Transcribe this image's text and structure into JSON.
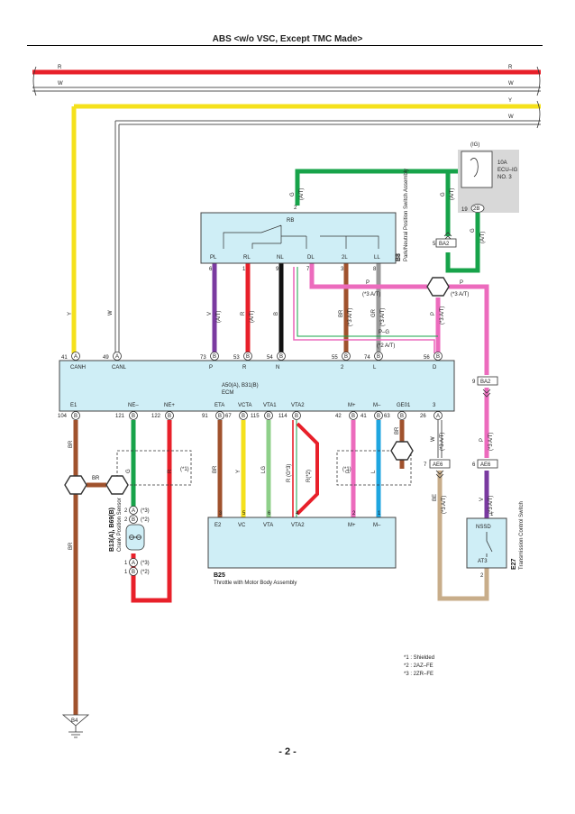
{
  "title": "ABS <w/o VSC, Except TMC Made>",
  "page_number": "- 2 -",
  "bus_wires": {
    "r1": "R",
    "w1": "W",
    "y": "Y",
    "w2": "W"
  },
  "wire_labels": {
    "y_down": "Y",
    "w_down": "W",
    "g_ig": "G",
    "g_ig_note": "(A/T)",
    "g_top": "G",
    "g_top_note": "(A/T)",
    "v": "V",
    "r": "R",
    "b": "B",
    "br_pnp": "BR",
    "gr": "GR",
    "p_right": "P",
    "p_right_note": "(*3 A/T)",
    "p_mid": "P",
    "p_mid_note": "(*3 A/T)",
    "pg": "P–G",
    "pg_note": "(*2 A/T)",
    "p_br": "P",
    "at_v": "(A/T)",
    "at_r": "(A/T)",
    "at_br": "(*3 A/T)",
    "at_gr": "(*3 A/T)",
    "at_p": "(*3 A/T)",
    "g_ba2": "G",
    "g_ba2_note": "(A/T)",
    "p_ba2": "P",
    "p_ba2_note": "(*3 A/T)",
    "br_e1": "BR",
    "br_mid": "BR",
    "br_low": "BR",
    "g_ne": "G",
    "r_ne": "R",
    "shield1": "(*1)",
    "br_e2": "BR",
    "y_vc": "Y",
    "lg_vta": "LG",
    "r_g3": "R (G*3)",
    "r_2": "R(*2)",
    "p_m": "P",
    "l_m": "L",
    "shield2": "(*1)",
    "br_ge": "BR",
    "w_ge": "W",
    "w_ge_note": "(*3 A/T)",
    "be": "BE",
    "be_note": "(*3 A/T)",
    "v_nssd": "V",
    "v_nssd_note": "(*3 A/T)"
  },
  "ig_fuse": {
    "header": "(IG)",
    "line1": "10A",
    "line2": "ECU–IG",
    "line3": "NO. 3",
    "pin": "19",
    "conn": "2B"
  },
  "pnp": {
    "pins_top": [
      "PL",
      "RL",
      "NL",
      "DL",
      "2L",
      "LL"
    ],
    "rb": "RB",
    "pin_numbers": [
      "6",
      "1",
      "9",
      "7",
      "3",
      "8"
    ],
    "top_pin": "2",
    "code": "B8",
    "name": "Park/Neutral Position Switch Assembly"
  },
  "connectors": {
    "ba2_top": {
      "pin": "5",
      "label": "BA2"
    },
    "ba2_right": {
      "pin": "9",
      "label": "BA2"
    },
    "ae6_left": {
      "pin": "7",
      "label": "AE6"
    },
    "ae6_right": {
      "pin": "6",
      "label": "AE6"
    }
  },
  "ecm": {
    "code": "A50(A), B31(B)",
    "name": "ECM",
    "top_pins": [
      {
        "num": "41",
        "conn": "A",
        "name": "CANH"
      },
      {
        "num": "49",
        "conn": "A",
        "name": "CANL"
      },
      {
        "num": "73",
        "conn": "B",
        "name": "P"
      },
      {
        "num": "53",
        "conn": "B",
        "name": "R"
      },
      {
        "num": "54",
        "conn": "B",
        "name": "N"
      },
      {
        "num": "55",
        "conn": "B",
        "name": "2"
      },
      {
        "num": "74",
        "conn": "B",
        "name": "L"
      },
      {
        "num": "56",
        "conn": "B",
        "name": "D"
      }
    ],
    "bottom_pins": [
      {
        "num": "104",
        "conn": "B",
        "name": "E1"
      },
      {
        "num": "121",
        "conn": "B",
        "name": "NE–"
      },
      {
        "num": "122",
        "conn": "B",
        "name": "NE+"
      },
      {
        "num": "91",
        "conn": "B",
        "name": "ETA"
      },
      {
        "num": "67",
        "conn": "B",
        "name": "VCTA"
      },
      {
        "num": "115",
        "conn": "B",
        "name": "VTA1"
      },
      {
        "num": "114",
        "conn": "B",
        "name": "VTA2"
      },
      {
        "num": "42",
        "conn": "B",
        "name": "M+"
      },
      {
        "num": "41",
        "conn": "B",
        "name": "M–"
      },
      {
        "num": "63",
        "conn": "B",
        "name": "GE01"
      },
      {
        "num": "26",
        "conn": "A",
        "name": "3"
      }
    ]
  },
  "crank": {
    "code": "B13(A), B69(B)",
    "name": "Crank Position Sensor",
    "pins": [
      {
        "num": "2",
        "conn": "A",
        "note": "(*3)"
      },
      {
        "num": "2",
        "conn": "B",
        "note": "(*2)"
      },
      {
        "num": "1",
        "conn": "A",
        "note": "(*3)"
      },
      {
        "num": "1",
        "conn": "B",
        "note": "(*2)"
      }
    ]
  },
  "throttle": {
    "code": "B25",
    "name": "Throttle with Motor Body Assembly",
    "pins": [
      {
        "num": "3",
        "name": "E2"
      },
      {
        "num": "5",
        "name": "VC"
      },
      {
        "num": "6",
        "name": "VTA"
      },
      {
        "num": "4",
        "name": "VTA2"
      },
      {
        "num": "2",
        "name": "M+"
      },
      {
        "num": "1",
        "name": "M–"
      }
    ]
  },
  "tcs": {
    "code": "E27",
    "name": "Transmission Control Switch",
    "nssd": "NSSD",
    "at3": "AT3",
    "pin_top": "1",
    "pin_bottom": "2"
  },
  "ground": {
    "code": "B4"
  },
  "notes": [
    "*1 : Shielded",
    "*2 : 2AZ–FE",
    "*3 : 2ZR–FE"
  ],
  "colors": {
    "red": "#e8202a",
    "white": "#555555",
    "yellow": "#f5e11c",
    "green": "#17a34a",
    "purple": "#7a3aa0",
    "black": "#111111",
    "brown": "#a0522d",
    "gray": "#9a9a9a",
    "pink": "#ec6bbd",
    "light_green": "#8fd08a",
    "blue": "#1fa6e0",
    "beige": "#c8ad8a",
    "component_fill": "#cfeef6"
  }
}
